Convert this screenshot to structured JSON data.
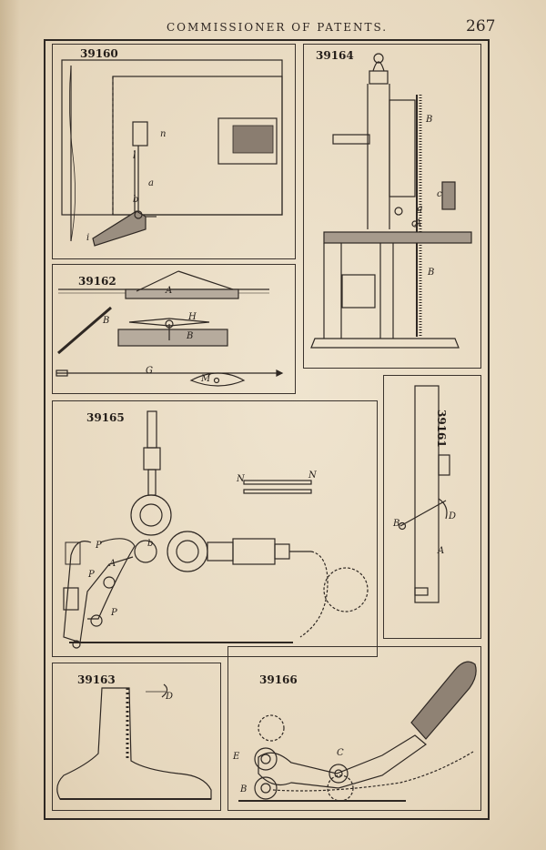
{
  "header": {
    "title": "COMMISSIONER OF PATENTS.",
    "page_number": "267"
  },
  "figures": {
    "f39160": {
      "number": "39160",
      "labels": [
        "n",
        "l",
        "a",
        "b",
        "i"
      ]
    },
    "f39164": {
      "number": "39164",
      "labels": [
        "B",
        "c",
        "g",
        "A",
        "B"
      ]
    },
    "f39162": {
      "number": "39162",
      "labels": [
        "A",
        "B",
        "H",
        "B",
        "G",
        "M"
      ]
    },
    "f39165": {
      "number": "39165",
      "labels": [
        "N",
        "N",
        "P",
        "A",
        "b",
        "P",
        "P"
      ]
    },
    "f39161": {
      "number": "39161",
      "labels": [
        "D",
        "B",
        "A"
      ]
    },
    "f39163": {
      "number": "39163",
      "labels": [
        "D"
      ]
    },
    "f39166": {
      "number": "39166",
      "labels": [
        "C",
        "E",
        "B"
      ]
    }
  }
}
